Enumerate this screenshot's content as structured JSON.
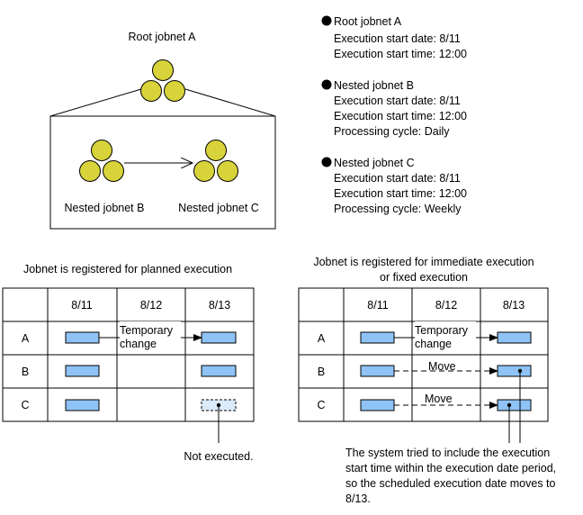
{
  "colors": {
    "circle_fill": "#D8D33A",
    "bar_fill": "#8FC3F5",
    "bar_dashed_fill": "#DCEBFA",
    "line": "#000000"
  },
  "diagram": {
    "root_label": "Root jobnet A",
    "nested_b_label": "Nested jobnet B",
    "nested_c_label": "Nested jobnet C"
  },
  "info": {
    "root": {
      "title": "Root jobnet A",
      "lines": [
        "Execution start date: 8/11",
        "Execution start time: 12:00"
      ]
    },
    "nested_b": {
      "title": "Nested jobnet B",
      "lines": [
        "Execution start date: 8/11",
        "Execution start time: 12:00",
        "Processing cycle: Daily"
      ]
    },
    "nested_c": {
      "title": "Nested jobnet C",
      "lines": [
        "Execution start date: 8/11",
        "Execution start time: 12:00",
        "Processing cycle: Weekly"
      ]
    }
  },
  "left_table": {
    "title": "Jobnet is registered for planned execution",
    "dates": [
      "8/11",
      "8/12",
      "8/13"
    ],
    "rows": [
      "A",
      "B",
      "C"
    ],
    "change_label": [
      "Temporary",
      "change"
    ],
    "note": "Not executed."
  },
  "right_table": {
    "title": [
      "Jobnet is registered for immediate execution",
      "or fixed execution"
    ],
    "dates": [
      "8/11",
      "8/12",
      "8/13"
    ],
    "rows": [
      "A",
      "B",
      "C"
    ],
    "change_label": [
      "Temporary",
      "change"
    ],
    "move_label": "Move",
    "note": [
      "The system tried to include the execution",
      "start time within the execution date period,",
      "so the scheduled execution date moves to",
      "8/13."
    ]
  }
}
